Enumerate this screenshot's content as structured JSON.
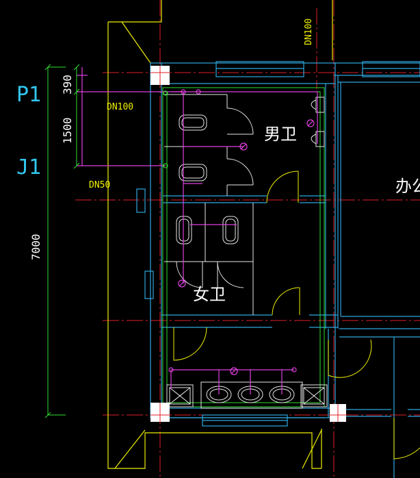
{
  "colors": {
    "background": "#000000",
    "wall": "#2fa8e0",
    "outline": "#f0f000",
    "axis": "#e0202a",
    "pipe": "#e040e0",
    "fixture": "#e8e8e8",
    "inner": "#30e030",
    "dim": "#30e030",
    "label_cyan": "#30c8f0",
    "label_yellow": "#f0f000"
  },
  "labels": {
    "p1": "P1",
    "j1": "J1",
    "dn100_left": "DN100",
    "dn50": "DN50",
    "dn100_top": "DN100",
    "mens_room": "男卫",
    "womens_room": "女卫",
    "office": "办公"
  },
  "dimensions": {
    "d390": "390",
    "d1500": "1500",
    "d7000": "7000"
  }
}
